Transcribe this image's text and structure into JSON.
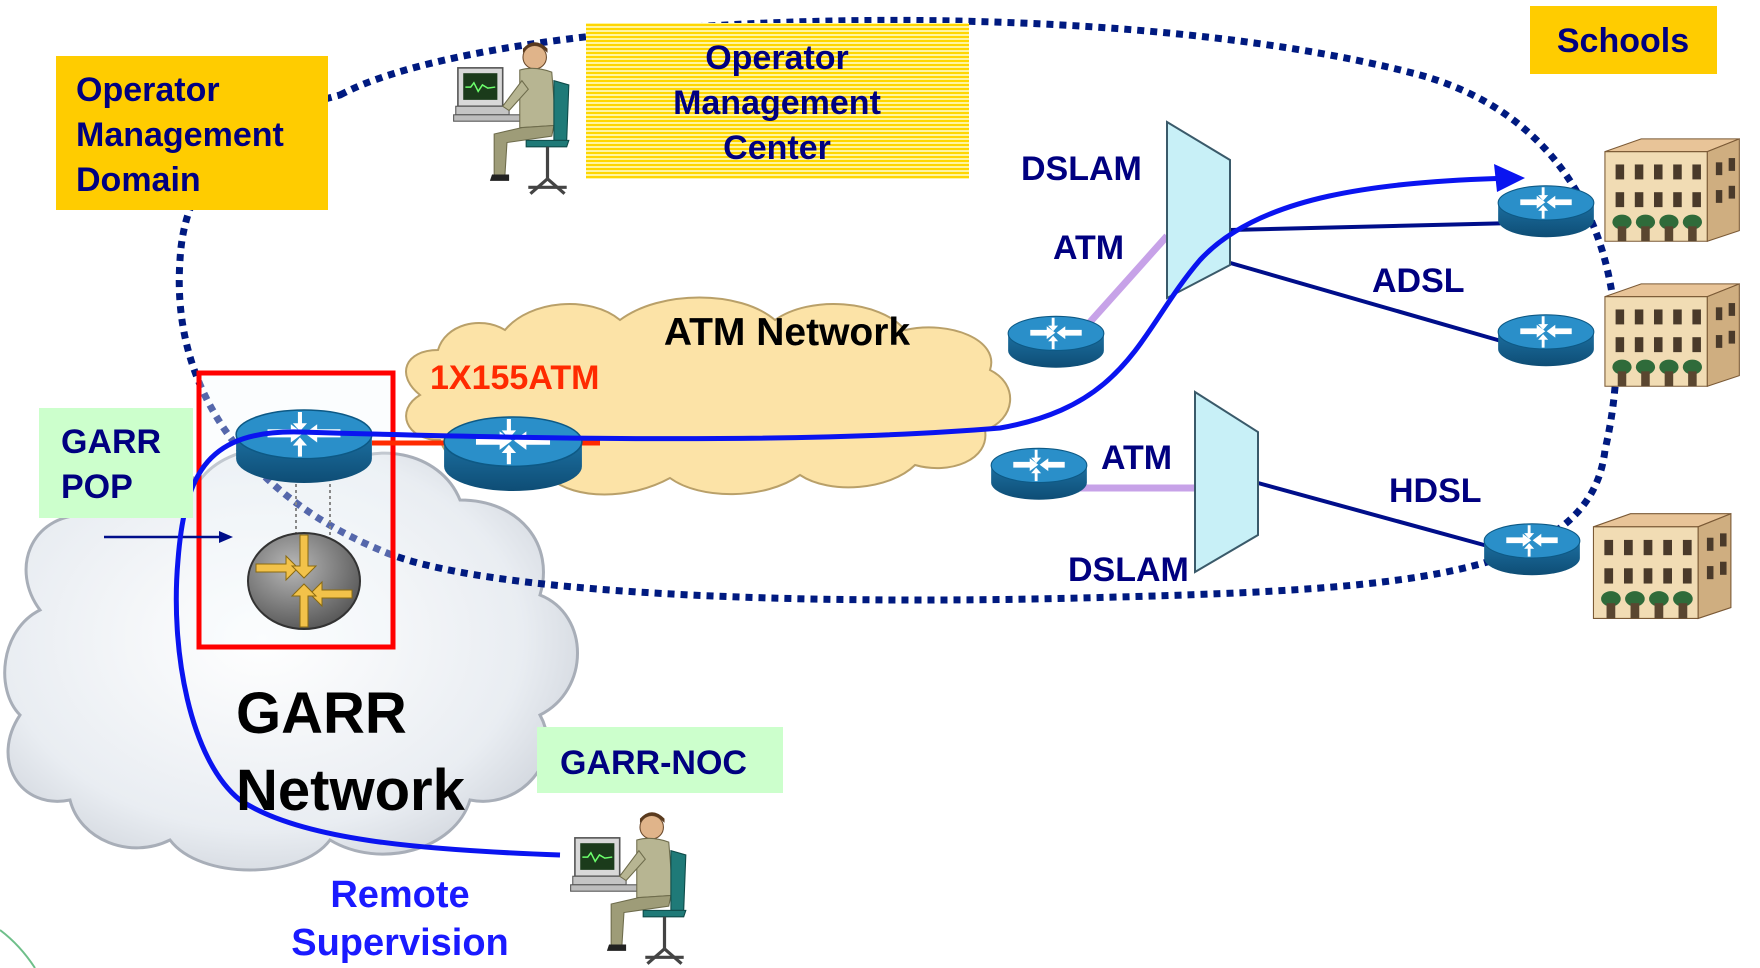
{
  "labels": {
    "operator_domain": [
      "Operator",
      "Management",
      "Domain"
    ],
    "operator_center": [
      "Operator",
      "Management",
      "Center"
    ],
    "schools": "Schools",
    "garr_pop": [
      "GARR",
      "POP"
    ],
    "garr_noc": "GARR-NOC",
    "garr_network": [
      "GARR",
      "Network"
    ],
    "remote_supervision": [
      "Remote",
      "Supervision"
    ],
    "atm_network": "ATM Network",
    "link_atm_155": "1X155ATM",
    "dslam_top": "DSLAM",
    "dslam_bottom": "DSLAM",
    "atm_top": "ATM",
    "atm_bottom": "ATM",
    "adsl": "ADSL",
    "hdsl": "HDSL"
  },
  "colors": {
    "navy_text": "#000080",
    "blue_text": "#1a1aff",
    "red_text": "#ff2a00",
    "yellow_box": "#ffcc00",
    "green_box": "#ccffcc",
    "atm_cloud": "#fce3a7",
    "garr_cloud": "#e4e8ee",
    "link_navy": "#000e8a",
    "link_purple": "#c7a2e8",
    "trace_blue": "#0a14f0",
    "router_body": "#1f7fb4",
    "dslam_fill": "#c8f0f7",
    "pop_frame": "#ff0000"
  },
  "icons": [
    "router-icon",
    "juniper-router-icon",
    "dslam-icon",
    "school-building-icon",
    "operator-workstation-icon"
  ]
}
